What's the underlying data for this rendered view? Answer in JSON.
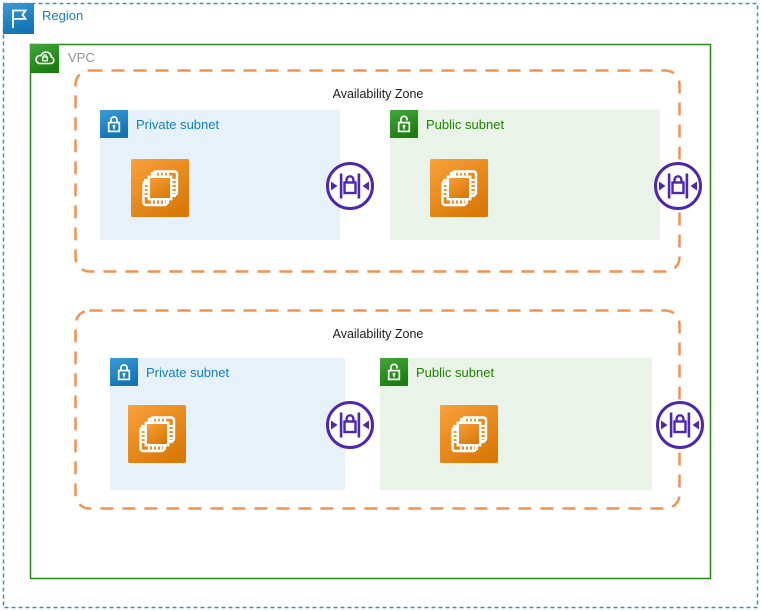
{
  "region": {
    "label": "Region"
  },
  "vpc": {
    "label": "VPC"
  },
  "availability_zones": [
    {
      "label": "Availability Zone",
      "private_subnet": {
        "label": "Private subnet"
      },
      "public_subnet": {
        "label": "Public subnet"
      }
    },
    {
      "label": "Availability Zone",
      "private_subnet": {
        "label": "Private subnet"
      },
      "public_subnet": {
        "label": "Public subnet"
      }
    }
  ],
  "icons": {
    "region": "flag-icon",
    "vpc": "cloud-lock-icon",
    "private_subnet": "closed-lock-icon",
    "public_subnet": "open-lock-icon",
    "instance": "ec2-instance-icon",
    "nacl": "network-acl-icon"
  },
  "colors": {
    "region_blue": "#147EBA",
    "region_border": "#2E93CF",
    "vpc_green": "#248814",
    "vpc_label_gray": "#8A959B",
    "az_orange": "#EE9256",
    "private_blue": "#147EBA",
    "public_green": "#1D8102",
    "private_subnet_bg": "#E7F1F9",
    "public_subnet_bg": "#EAF3E7",
    "nacl_purple": "#4D27AC",
    "ec2_gradient_start": "#F9A13B",
    "ec2_gradient_end": "#D97908"
  }
}
